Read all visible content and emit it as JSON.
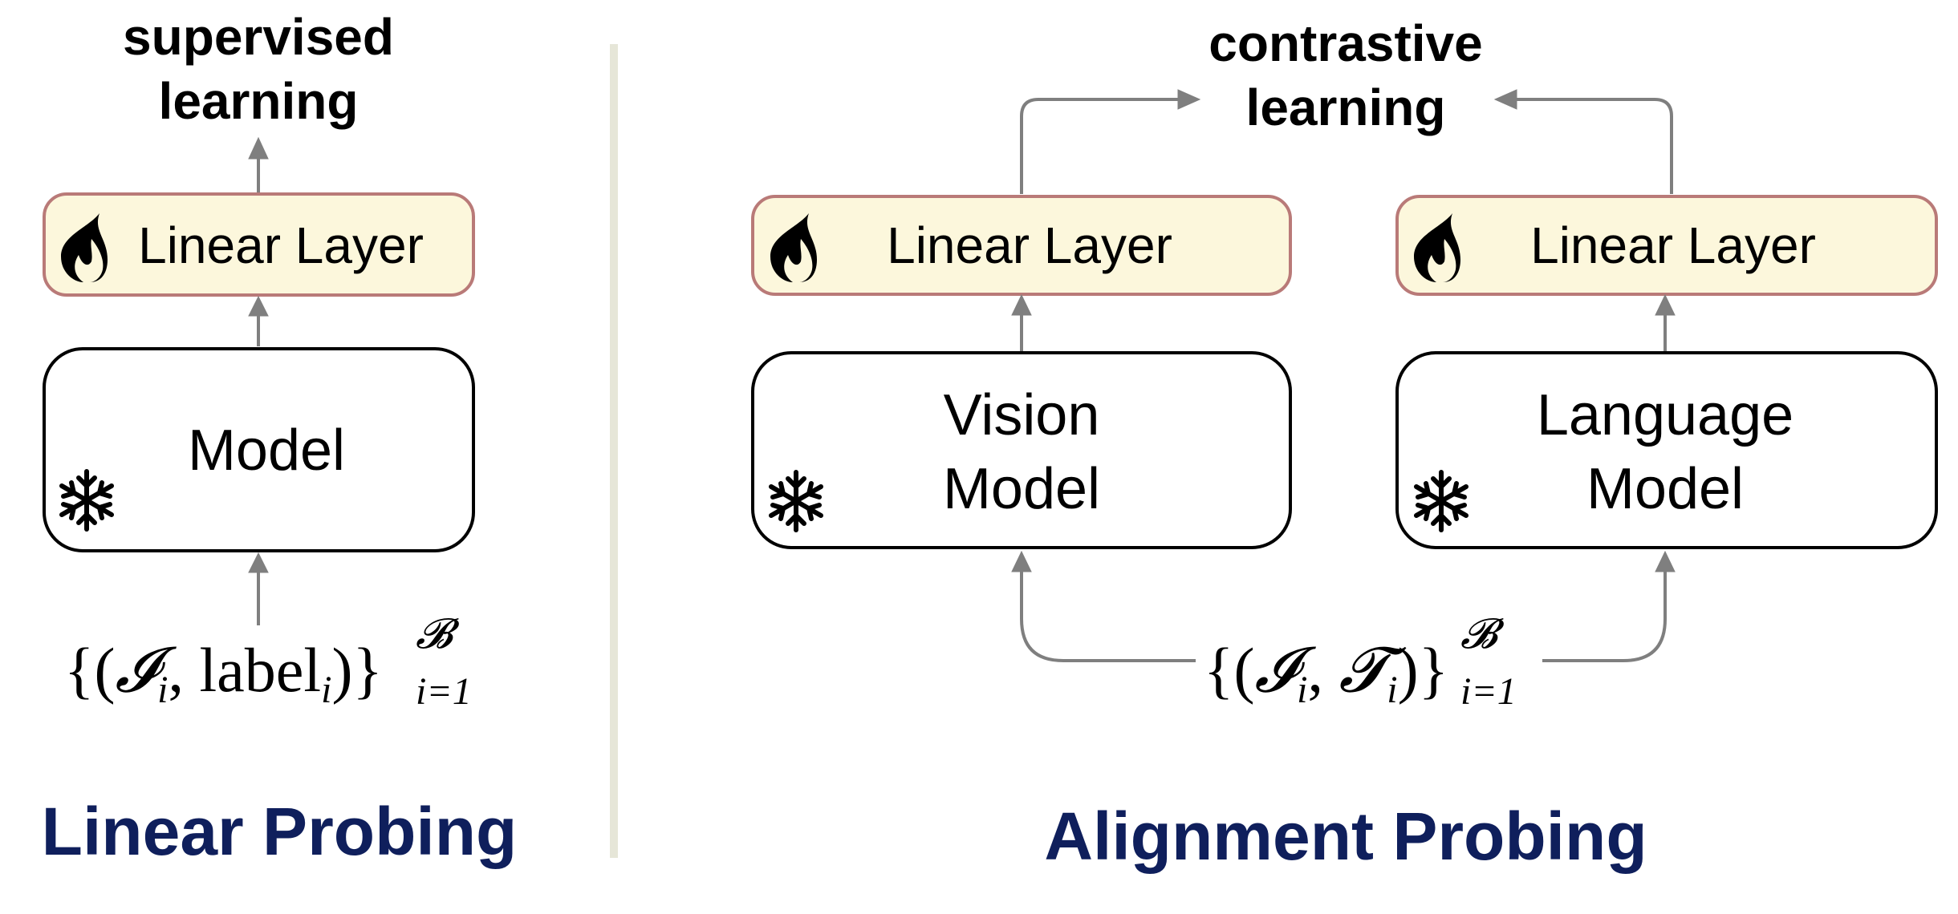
{
  "colors": {
    "arrow": "#7f7f7f",
    "divider": "#e6e6d8",
    "linear_fill": "#fcf7dc",
    "linear_stroke": "#b97a78",
    "model_stroke": "#000000",
    "title": "#0f1f5c",
    "flame": "#000000"
  },
  "icons": {
    "trainable": "flame-icon",
    "frozen": "snowflake-icon"
  },
  "linear_probing": {
    "objective_line1": "supervised",
    "objective_line2": "learning",
    "linear_layer": "Linear Layer",
    "model": "Model",
    "input_set_prefix": "{(",
    "input_image_symbol": "𝓘",
    "input_sub": "i",
    "input_label_word": ", label",
    "input_set_suffix": ")}",
    "input_superscript": "𝓑",
    "input_subscript_range": "i=1",
    "title": "Linear Probing"
  },
  "alignment_probing": {
    "objective_line1": "contrastive",
    "objective_line2": "learning",
    "vision_linear_layer": "Linear Layer",
    "language_linear_layer": "Linear Layer",
    "vision_model_line1": "Vision",
    "vision_model_line2": "Model",
    "language_model_line1": "Language",
    "language_model_line2": "Model",
    "input_set_prefix": "{(",
    "input_image_symbol": "𝓘",
    "input_sub_1": "i",
    "input_comma": ", ",
    "input_text_symbol": "𝓣",
    "input_sub_2": "i",
    "input_set_suffix": ")}",
    "input_superscript": "𝓑",
    "input_subscript_range": "i=1",
    "title": "Alignment Probing"
  }
}
